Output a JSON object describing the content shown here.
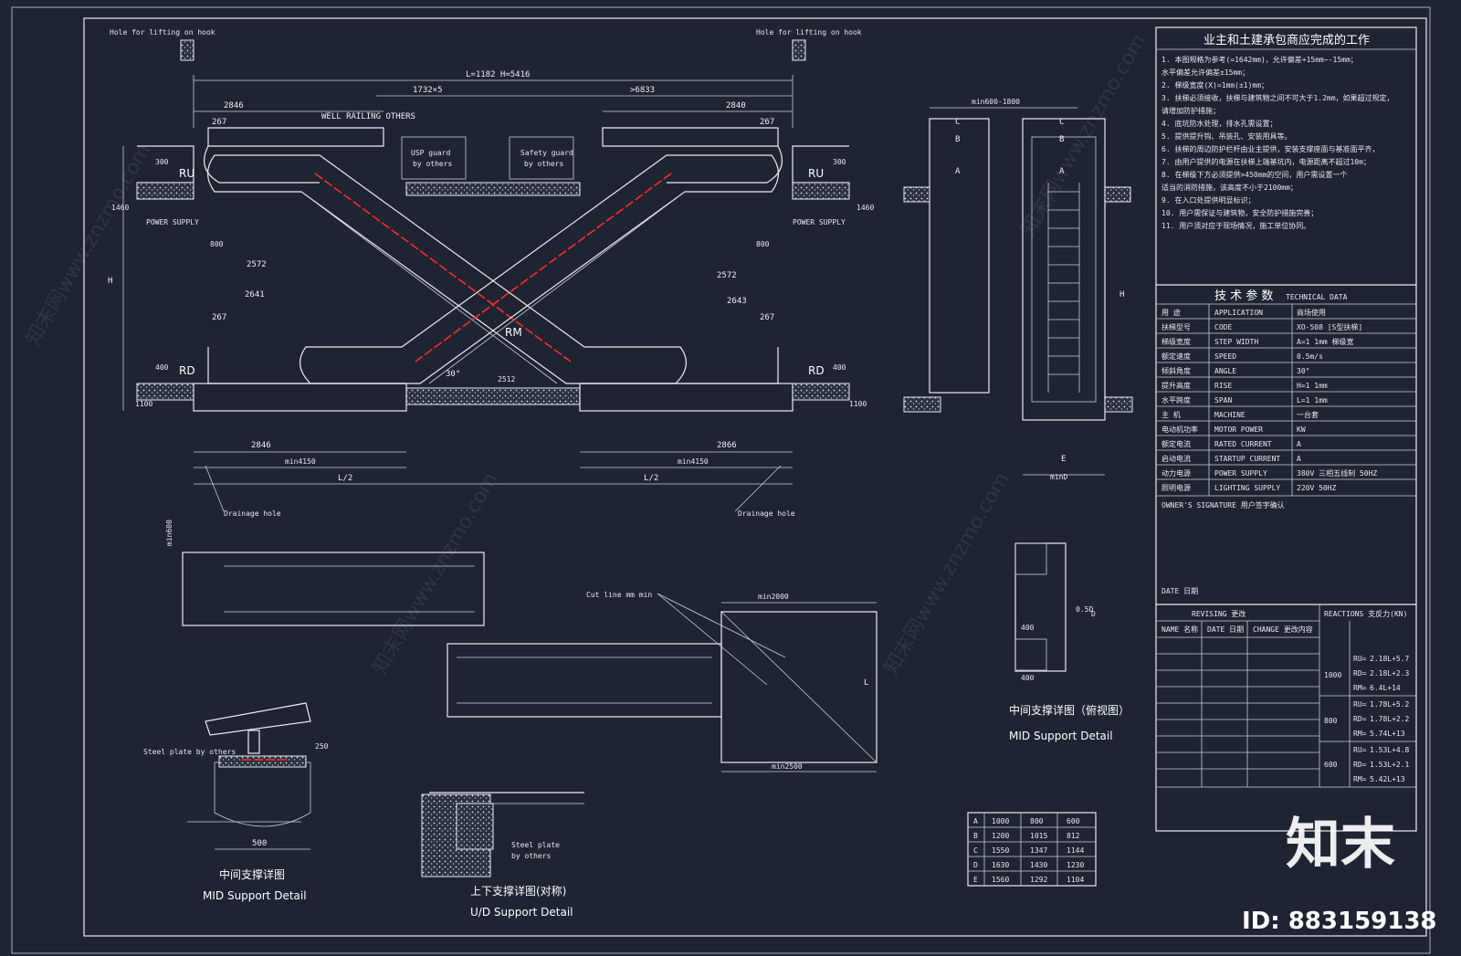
{
  "colors": {
    "background": "#1e2431",
    "line": "#e8ecf2",
    "highlight": "#ff2a2a"
  },
  "elevation": {
    "top_dim": "L=1182 H=5416",
    "dim_1732": "1732×5",
    "dim_6833": ">6833",
    "dim_2846_top": "2846",
    "dim_2840_top": "2840",
    "dim_267_tl": "267",
    "dim_267_tr": "267",
    "dim_267_bl": "267",
    "dim_267_br": "267",
    "dim_2572_l": "2572",
    "dim_2572_r": "2572",
    "dim_2641_l": "2641",
    "dim_2643_r": "2643",
    "dim_2846_bl": "2846",
    "dim_2866_br": "2866",
    "min4150_l": "min4150",
    "min4150_r": "min4150",
    "half_l": "L/2",
    "half_r": "L/2",
    "label_RU_l": "RU",
    "label_RU_r": "RU",
    "label_RD_l": "RD",
    "label_RD_r": "RD",
    "label_RM": "RM",
    "wall_note": "WELL RAILING OTHERS",
    "guard_l_line1": "USP guard",
    "guard_l_line2": "by others",
    "guard_r_line1": "Safety guard",
    "guard_r_line2": "by others",
    "power_l": "POWER SUPPLY",
    "power_r": "POWER SUPPLY",
    "holes_note": "Hole for lifting on hook",
    "drainage_l": "Drainage hole",
    "drainage_r": "Drainage hole",
    "dim_1460_l": "1460",
    "dim_1460_r": "1460",
    "dim_H": "H",
    "dim_300_l": "300",
    "dim_300_r": "300",
    "dim_400_l": "400",
    "dim_400_r": "400",
    "dim_1100_l": "1100",
    "dim_1100_r": "1100",
    "dim_800_l": "800",
    "dim_800_r": "800",
    "angle": "30°",
    "dim_sec": "2512"
  },
  "section": {
    "dim_top": "min600-1800",
    "label_A": "A",
    "label_B": "B",
    "label_C": "C",
    "label_E": "E",
    "dim_H": "H",
    "dim_minD": "minD"
  },
  "plan": {
    "label_cut": "Cut line mm min",
    "dim_min2000": "min2000",
    "dim_min2500": "min2500",
    "dim_min600": "min600",
    "dim_side": "L"
  },
  "mid_support": {
    "cn": "中间支撑详图（俯视图）",
    "en": "MID Support Detail",
    "dim_400a": "400",
    "dim_400b": "400",
    "dim_side": "0.5D",
    "dim_D": "D"
  },
  "mid_support2": {
    "cn": "中间支撑详图",
    "en": "MID Support Detail",
    "dim_500": "500",
    "dim_250": "250",
    "note": "Steel plate by others"
  },
  "ud_support": {
    "cn": "上下支撑详图(对称)",
    "en": "U/D Support Detail",
    "note1": "Steel plate",
    "note2": "by others"
  },
  "abc_table": [
    [
      "A",
      "1000",
      "800",
      "600"
    ],
    [
      "B",
      "1200",
      "1015",
      "812"
    ],
    [
      "C",
      "1550",
      "1347",
      "1144"
    ],
    [
      "D",
      "1630",
      "1430",
      "1230"
    ],
    [
      "E",
      "1560",
      "1292",
      "1104"
    ]
  ],
  "titleblock": {
    "heading": "业主和土建承包商应完成的工作",
    "notes": [
      "1. 本图规格为参考(=1642mm)，允许偏差+15mm~-15mm；",
      "   水平偏差允许偏差±15mm；",
      "2. 梯级宽度(X)=1mm(±1)mm；",
      "3. 扶梯必须接收，扶梯与建筑物之间不可大于1.2mm，如果超过规定，",
      "   请增加防护措施；",
      "4. 底坑防水处理，排水孔需设置；",
      "5. 提供提升钩、吊装孔、安装用具等。",
      "6. 扶梯的周边防护栏杆由业主提供，安装支撑座面与基准面平齐，",
      "7. 由用户提供的电源在扶梯上端基坑内，电源距离不超过10m；",
      "8. 在梯级下方必须提供>450mm的空间，用户需设置一个",
      "   适当的消防措施，该高度不小于2100mm；",
      "9. 在入口处提供明显标识；",
      "10. 用户需保证与建筑物，安全防护措施完善；",
      "11. 用户须对应于现场情况，施工单位协同。"
    ],
    "tech_header_cn": "技 术 参 数",
    "tech_header_en": "TECHNICAL DATA",
    "tech_rows": [
      [
        "用 途",
        "APPLICATION",
        "商场使用"
      ],
      [
        "扶梯型号",
        "CODE",
        "XO-508 [S型扶梯]"
      ],
      [
        "梯级宽度",
        "STEP WIDTH",
        "A=1    1mm   梯级宽"
      ],
      [
        "额定速度",
        "SPEED",
        "0.5m/s"
      ],
      [
        "倾斜角度",
        "ANGLE",
        "30°"
      ],
      [
        "提升高度",
        "RISE",
        "H=1    1mm"
      ],
      [
        "水平跨度",
        "SPAN",
        "L=1    1mm"
      ],
      [
        "主 机",
        "MACHINE",
        "一台套"
      ],
      [
        "电动机功率",
        "MOTOR POWER",
        "KW"
      ],
      [
        "额定电流",
        "RATED CURRENT",
        "A"
      ],
      [
        "启动电流",
        "STARTUP CURRENT",
        "A"
      ],
      [
        "动力电源",
        "POWER SUPPLY",
        "380V 三相五线制 50HZ"
      ],
      [
        "照明电源",
        "LIGHTING SUPPLY",
        "220V 50HZ"
      ]
    ],
    "owner_sig": "OWNER'S SIGNATURE 用户签字确认",
    "date_label": "DATE 日期",
    "revising_header": "REVISING 更改",
    "rev_cols": [
      "NAME 名称",
      "DATE 日期",
      "CHANGE 更改内容"
    ],
    "reactions_header": "REACTIONS 支反力(KN)",
    "reaction_groups": [
      {
        "width": "1000",
        "rows": [
          [
            "RU=",
            "2.18L+5.7"
          ],
          [
            "RD=",
            "2.18L+2.3"
          ],
          [
            "RM=",
            "6.4L+14"
          ]
        ]
      },
      {
        "width": "800",
        "rows": [
          [
            "RU=",
            "1.78L+5.2"
          ],
          [
            "RD=",
            "1.78L+2.2"
          ],
          [
            "RM=",
            "5.74L+13"
          ]
        ]
      },
      {
        "width": "600",
        "rows": [
          [
            "RU=",
            "1.53L+4.8"
          ],
          [
            "RD=",
            "1.53L+2.1"
          ],
          [
            "RM=",
            "5.42L+13"
          ]
        ]
      }
    ]
  },
  "watermark": {
    "text": "知末网www.znzmo.com",
    "brand": "知末",
    "image_id": "ID: 883159138"
  }
}
